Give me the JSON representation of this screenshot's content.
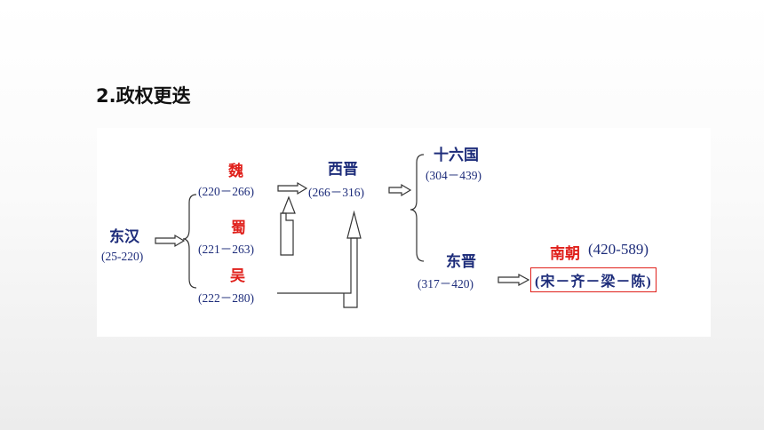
{
  "heading": "2.政权更迭",
  "diagram": {
    "east_han": {
      "name": "东汉",
      "years": "(25-220)"
    },
    "wei": {
      "name": "魏",
      "years": "(220－266)"
    },
    "shu": {
      "name": "蜀",
      "years": "(221－263)"
    },
    "wu": {
      "name": "吴",
      "years": "(222－280)"
    },
    "western_jin": {
      "name": "西晋",
      "years": "(266－316)"
    },
    "sixteen_kingdoms": {
      "name": "十六国",
      "years": "(304－439)"
    },
    "eastern_jin": {
      "name": "东晋",
      "years": "(317－420)"
    },
    "southern_dynasties": {
      "name": "南朝",
      "years": "(420-589)",
      "sequence": "(宋－齐－梁－陈)"
    }
  },
  "colors": {
    "red": "#e0201b",
    "navy": "#1d2c7a",
    "line": "#333333"
  }
}
